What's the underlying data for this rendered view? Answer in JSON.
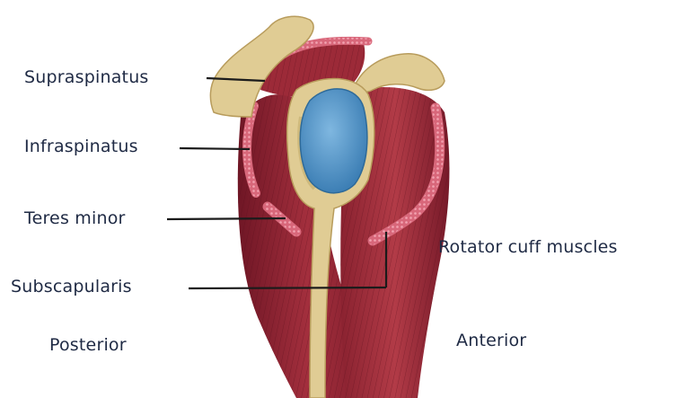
{
  "labels": {
    "supraspinatus": "Supraspinatus",
    "infraspinatus": "Infraspinatus",
    "teres_minor": "Teres minor",
    "subscapularis": "Subscapularis",
    "rotator_cuff": "Rotator cuff muscles",
    "posterior": "Posterior",
    "anterior": "Anterior"
  },
  "colors": {
    "text": "#1f2a44",
    "leader": "#1b1b1b",
    "muscle_dark": "#7e1c2b",
    "muscle_mid": "#a8323f",
    "muscle_light": "#c9545c",
    "tendon_pink": "#d96a7d",
    "bone": "#e0cc94",
    "bone_shade": "#c2ab6c",
    "cartilage": "#4f93c9"
  }
}
